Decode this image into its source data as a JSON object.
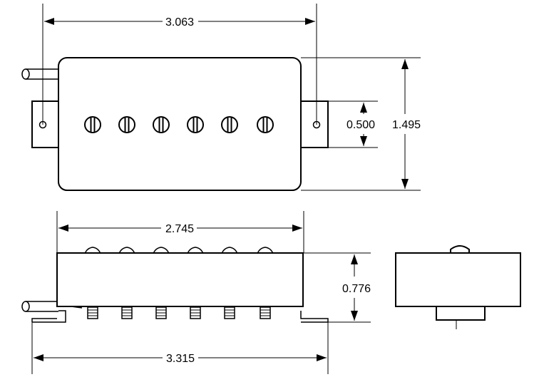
{
  "dimensions": {
    "top_width": "3.063",
    "pole_spacing": "0.500",
    "body_height": "1.495",
    "side_length": "2.745",
    "side_height": "0.776",
    "base_length": "3.315"
  },
  "colors": {
    "line": "#000000",
    "background": "#ffffff"
  }
}
